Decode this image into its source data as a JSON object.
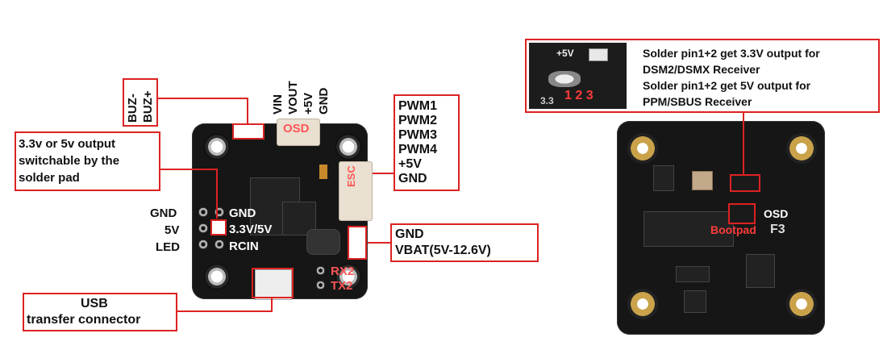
{
  "left": {
    "buzzer": [
      "BUZ-",
      "BUZ+"
    ],
    "top_pins": [
      "VIN",
      "VOUT",
      "+5V",
      "GND"
    ],
    "osd_silk": "OSD",
    "esc_silk": "ESC",
    "voltage_note": [
      "3.3v or 5v output",
      "switchable by the",
      "solder pad"
    ],
    "rc_left": [
      "GND",
      "5V",
      "LED"
    ],
    "rc_right": [
      "GND",
      "3.3V/5V",
      "RCIN"
    ],
    "esc_pins": [
      "PWM1",
      "PWM2",
      "PWM3",
      "PWM4",
      "+5V",
      "GND"
    ],
    "vbat": [
      "GND",
      "VBAT(5V-12.6V)"
    ],
    "uart_silk": [
      "RX2",
      "TX2"
    ],
    "usb_note": [
      "USB",
      "transfer connector"
    ]
  },
  "right": {
    "inset_plus5v": "+5V",
    "inset_33v": "3.3",
    "inset_pins": "1 2 3",
    "solder_note": [
      "Solder pin1+2 get 3.3V output for",
      "DSM2/DSMX Receiver",
      "Solder pin1+2 get 5V output for",
      "PPM/SBUS Receiver"
    ],
    "bootpad": "Bootpad",
    "osd_silk": "OSD",
    "f3_silk": "F3"
  },
  "colors": {
    "accent": "#dd2222",
    "board": "#161616"
  }
}
